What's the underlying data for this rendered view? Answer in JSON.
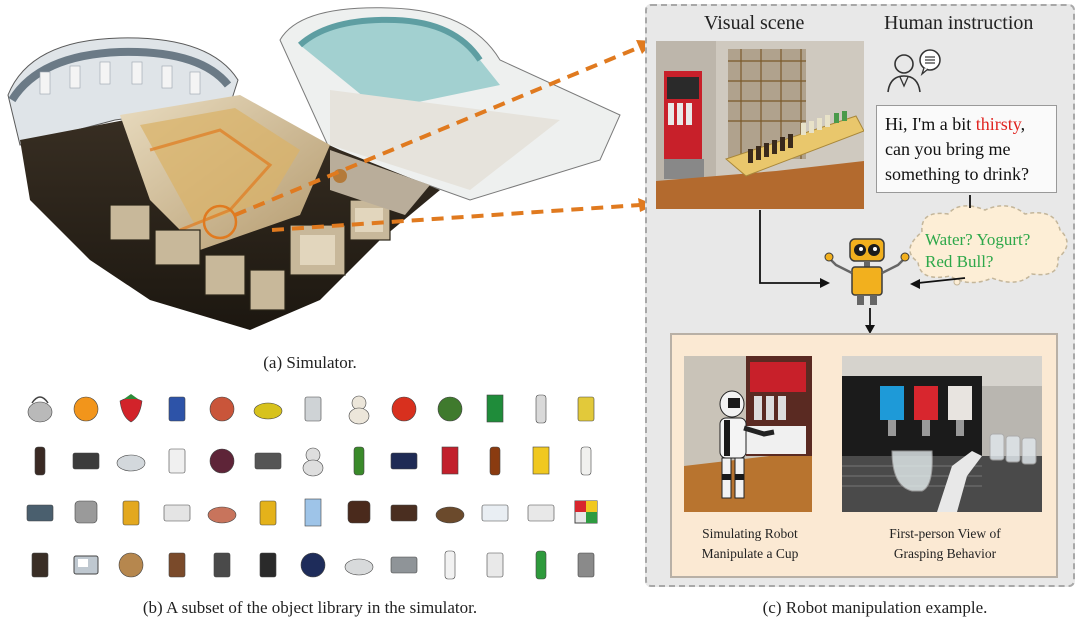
{
  "simulator": {
    "caption": "(a) Simulator."
  },
  "object_library": {
    "caption": "(b) A subset of the object library in the simulator.",
    "objects": [
      {
        "icon": "kettle-icon",
        "color": "#b9b9b9"
      },
      {
        "icon": "orange-icon",
        "color": "#f2951b"
      },
      {
        "icon": "strawberry-icon",
        "color": "#d2232a"
      },
      {
        "icon": "toilet-roll-icon",
        "color": "#2d53a8"
      },
      {
        "icon": "apple-icon",
        "color": "#c9553a"
      },
      {
        "icon": "bowl-icon",
        "color": "#d7c21c"
      },
      {
        "icon": "roll-icon",
        "color": "#cfd3d6"
      },
      {
        "icon": "teddy-bear-icon",
        "color": "#ece6da"
      },
      {
        "icon": "tomato-icon",
        "color": "#d8301e"
      },
      {
        "icon": "watermelon-icon",
        "color": "#3f7a2d"
      },
      {
        "icon": "juice-box-icon",
        "color": "#1f8c3a"
      },
      {
        "icon": "lipstick-icon",
        "color": "#d9d9d9"
      },
      {
        "icon": "can-icon",
        "color": "#e2c93a"
      },
      {
        "icon": "bottle-icon",
        "color": "#3a2a24"
      },
      {
        "icon": "robot-vacuum-icon",
        "color": "#3c3c3c"
      },
      {
        "icon": "bowl-icon",
        "color": "#d3d8dc"
      },
      {
        "icon": "cup-icon",
        "color": "#f0f0f0"
      },
      {
        "icon": "mangosteen-icon",
        "color": "#5e2438"
      },
      {
        "icon": "calculator-icon",
        "color": "#555555"
      },
      {
        "icon": "plush-dog-icon",
        "color": "#dedede"
      },
      {
        "icon": "cucumber-icon",
        "color": "#3a8a2a"
      },
      {
        "icon": "wallet-icon",
        "color": "#1f2b55"
      },
      {
        "icon": "book-icon",
        "color": "#c2202c"
      },
      {
        "icon": "drink-bottle-icon",
        "color": "#8a3b10"
      },
      {
        "icon": "cereal-box-icon",
        "color": "#f0c820"
      },
      {
        "icon": "milk-bottle-icon",
        "color": "#f0f0ee"
      },
      {
        "icon": "tray-icon",
        "color": "#4a5f6e"
      },
      {
        "icon": "mortar-icon",
        "color": "#9a9a9a"
      },
      {
        "icon": "mug-icon",
        "color": "#e3a81f"
      },
      {
        "icon": "pillow-icon",
        "color": "#e4e4e4"
      },
      {
        "icon": "donut-icon",
        "color": "#c8745c"
      },
      {
        "icon": "chips-can-icon",
        "color": "#e4b21a"
      },
      {
        "icon": "milk-carton-icon",
        "color": "#9ec4e8"
      },
      {
        "icon": "beads-icon",
        "color": "#4a2a1c"
      },
      {
        "icon": "chocolate-icon",
        "color": "#4a2e20"
      },
      {
        "icon": "tart-icon",
        "color": "#6b4a2c"
      },
      {
        "icon": "sponge-icon",
        "color": "#e9eef3"
      },
      {
        "icon": "pills-icon",
        "color": "#e8e8e8"
      },
      {
        "icon": "rubiks-cube-icon",
        "color": "#2e9b40"
      },
      {
        "icon": "tumbler-icon",
        "color": "#3a2e26"
      },
      {
        "icon": "blood-pressure-monitor-icon",
        "color": "#bfc8d0"
      },
      {
        "icon": "walnut-icon",
        "color": "#b6874e"
      },
      {
        "icon": "jar-icon",
        "color": "#7a4a2a"
      },
      {
        "icon": "speaker-icon",
        "color": "#4a4a4a"
      },
      {
        "icon": "black-mug-icon",
        "color": "#2a2a2a"
      },
      {
        "icon": "ball-icon",
        "color": "#1e2c5a"
      },
      {
        "icon": "dish-icon",
        "color": "#d8dadb"
      },
      {
        "icon": "baking-tray-icon",
        "color": "#8f9498"
      },
      {
        "icon": "deodorant-icon",
        "color": "#f2f2f2"
      },
      {
        "icon": "soda-can-icon",
        "color": "#e9e9e9"
      },
      {
        "icon": "yogurt-bottle-icon",
        "color": "#2e9a3c"
      },
      {
        "icon": "trash-can-icon",
        "color": "#8a8a8a"
      }
    ]
  },
  "robot_example": {
    "caption": "(c) Robot manipulation example.",
    "visual_scene_label": "Visual scene",
    "human_instruction_label": "Human instruction",
    "instruction_before": "Hi, I'm a bit ",
    "instruction_highlight": "thirsty",
    "instruction_after": ", can you bring me something to drink?",
    "thought_line1": "Water? Yogurt?",
    "thought_line2": "Red Bull?",
    "example1_line1": "Simulating Robot",
    "example1_line2": "Manipulate a Cup",
    "example2_line1": "First-person View of",
    "example2_line2": "Grasping Behavior",
    "colors": {
      "highlight": "#e0231f",
      "thought_text": "#2ea84a",
      "arrow_orange": "#e07a1f",
      "panel_fill": "#e8e8e8",
      "example_fill": "#fbe9d3"
    }
  }
}
